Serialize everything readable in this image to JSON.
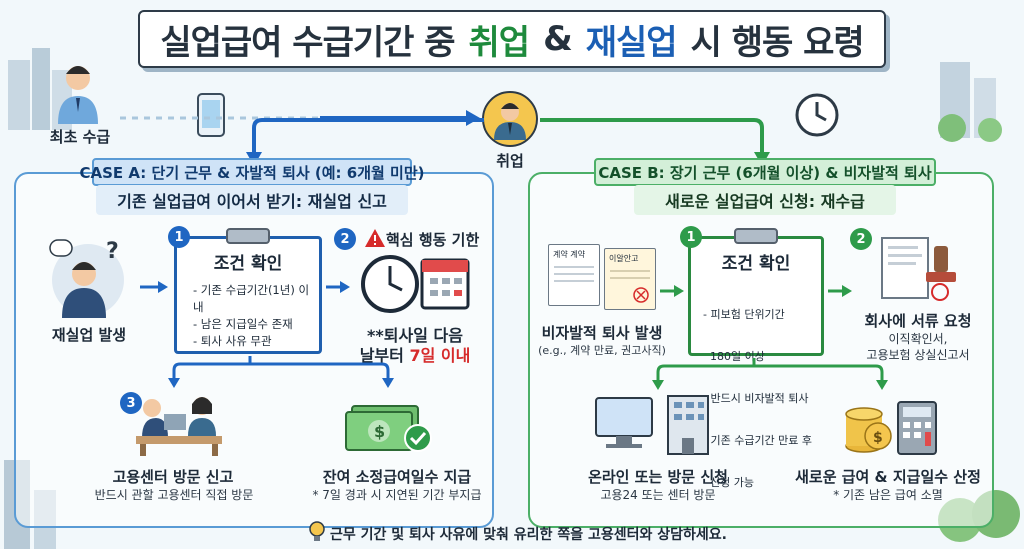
{
  "title": {
    "part1": "실업급여 수급기간 중",
    "part2": "취업",
    "part3": "&",
    "part4": "재실업",
    "part5": "시 행동 요령"
  },
  "top": {
    "first_receipt": "최초 수급",
    "employment": "취업"
  },
  "case_a": {
    "header": "CASE A: 단기 근무 & 자발적 퇴사 (예: 6개월 미만)",
    "subheader": "기존 실업급여 이어서 받기: 재실업 신고",
    "step0_label": "재실업 발생",
    "step1": {
      "num": "1",
      "title": "조건 확인",
      "items": [
        "- 기존 수급기간(1년) 이내",
        "- 남은 지급일수 존재",
        "- 퇴사 사유 무관"
      ]
    },
    "step2": {
      "num": "2",
      "heading": "핵심 행동 기한",
      "line1": "**퇴사일 다음",
      "line2_prefix": "날부터",
      "line2_highlight": "7일 이내"
    },
    "step3": {
      "num": "3",
      "title": "고용센터 방문 신고",
      "desc": "반드시 관할 고용센터 직접 방문"
    },
    "step4": {
      "title": "잔여 소정급여일수 지급",
      "desc": "* 7일 경과 시 지연된 기간 부지급"
    }
  },
  "case_b": {
    "header": "CASE B: 장기 근무 (6개월 이상) & 비자발적 퇴사",
    "subheader": "새로운 실업급여 신청: 재수급",
    "step0": {
      "doc1": "계약 계약",
      "doc2": "이알안고",
      "title": "비자발적 퇴사 발생",
      "desc": "(e.g., 계약 만료, 권고사직)"
    },
    "step1": {
      "num": "1",
      "title": "조건 확인",
      "items": [
        "- 피보험 단위기간",
        "  180일 이상",
        "- 반드시 비자발적 퇴사",
        "- 기존 수급기간 만료 후",
        "  신청 가능"
      ]
    },
    "step2": {
      "num": "2",
      "title": "회사에 서류 요청",
      "desc1": "이직확인서,",
      "desc2": "고용보험 상실신고서"
    },
    "step3": {
      "title": "온라인 또는 방문 신청",
      "desc": "고용24 또는 센터 방문"
    },
    "step4": {
      "title": "새로운 급여 & 지급일수 산정",
      "desc": "* 기존 남은 급여 소멸"
    }
  },
  "footer": "근무 기간 및 퇴사 사유에 맞춰 유리한 쪽을 고용센터와 상담하세요.",
  "colors": {
    "blue": "#1f66c2",
    "green": "#2e9b4a",
    "red": "#d62b2b",
    "header_a_bg": "#cfe3f7",
    "header_b_bg": "#d3efd8"
  }
}
